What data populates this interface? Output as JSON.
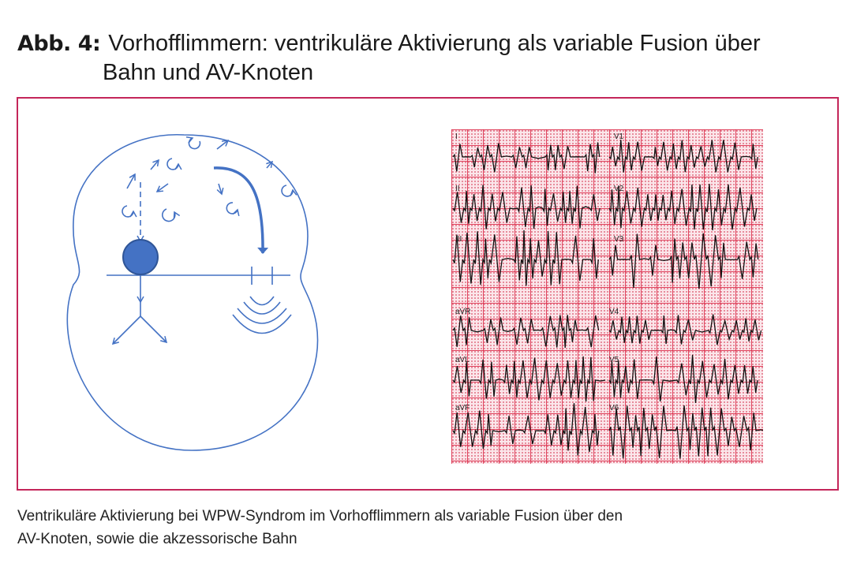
{
  "figure": {
    "number": "Abb. 4:",
    "title_line1": "Vorhofflimmern: ventrikuläre Aktivierung als variable Fusion über",
    "title_line2": "Bahn und AV-Knoten"
  },
  "colors": {
    "frame": "#c4265a",
    "diagram": "#4472c4",
    "ecg_grid": "#dc2846",
    "ecg_trace": "#111111"
  },
  "diagram": {
    "icons": [
      "heart-outline",
      "av-node-circle",
      "accessory-pathway-arrow",
      "reentry-circle-arrows",
      "ventricular-wavefront-arcs"
    ]
  },
  "ecg": {
    "leads": {
      "I": "I",
      "II": "II",
      "III": "III",
      "aVR": "aVR",
      "aVL": "aVL",
      "aVF": "aVF",
      "V1": "V1",
      "V2": "V2",
      "V3": "V3",
      "V4": "V4",
      "V5": "V5",
      "V6": "V6"
    }
  },
  "caption": {
    "line1": "Ventrikuläre Aktivierung bei WPW-Syndrom im Vorhofflimmern als variable Fusion über den",
    "line2": "AV-Knoten, sowie die akzessorische Bahn"
  }
}
